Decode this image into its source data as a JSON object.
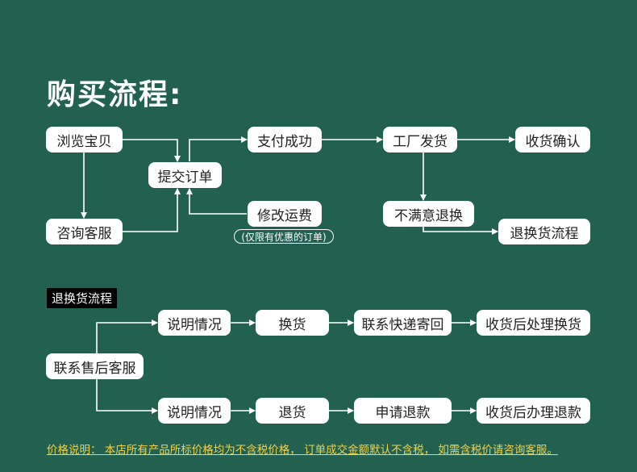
{
  "title": "购买流程:",
  "purchase": {
    "browse": "浏览宝贝",
    "consult": "咨询客服",
    "submit_order": "提交订单",
    "pay_success": "支付成功",
    "modify_shipping": "修改运费",
    "modify_note": "(仅限有优惠的订单)",
    "factory_ship": "工厂发货",
    "confirm_receipt": "收货确认",
    "unsatisfied_return": "不满意退换",
    "return_process": "退换货流程"
  },
  "return_section": {
    "label": "退换货流程",
    "contact": "联系售后客服",
    "exchange_row": [
      "说明情况",
      "换货",
      "联系快递寄回",
      "收货后处理换货"
    ],
    "refund_row": [
      "说明情况",
      "退货",
      "申请退款",
      "收货后办理退款"
    ]
  },
  "footer_text": "价格说明： 本店所有产品所标价格均为不含税价格， 订单成交金额默认不含税， 如需含税价请咨询客服。",
  "colors": {
    "background": "#22604f",
    "box": "#ffffff",
    "footer": "#f0d24a"
  }
}
